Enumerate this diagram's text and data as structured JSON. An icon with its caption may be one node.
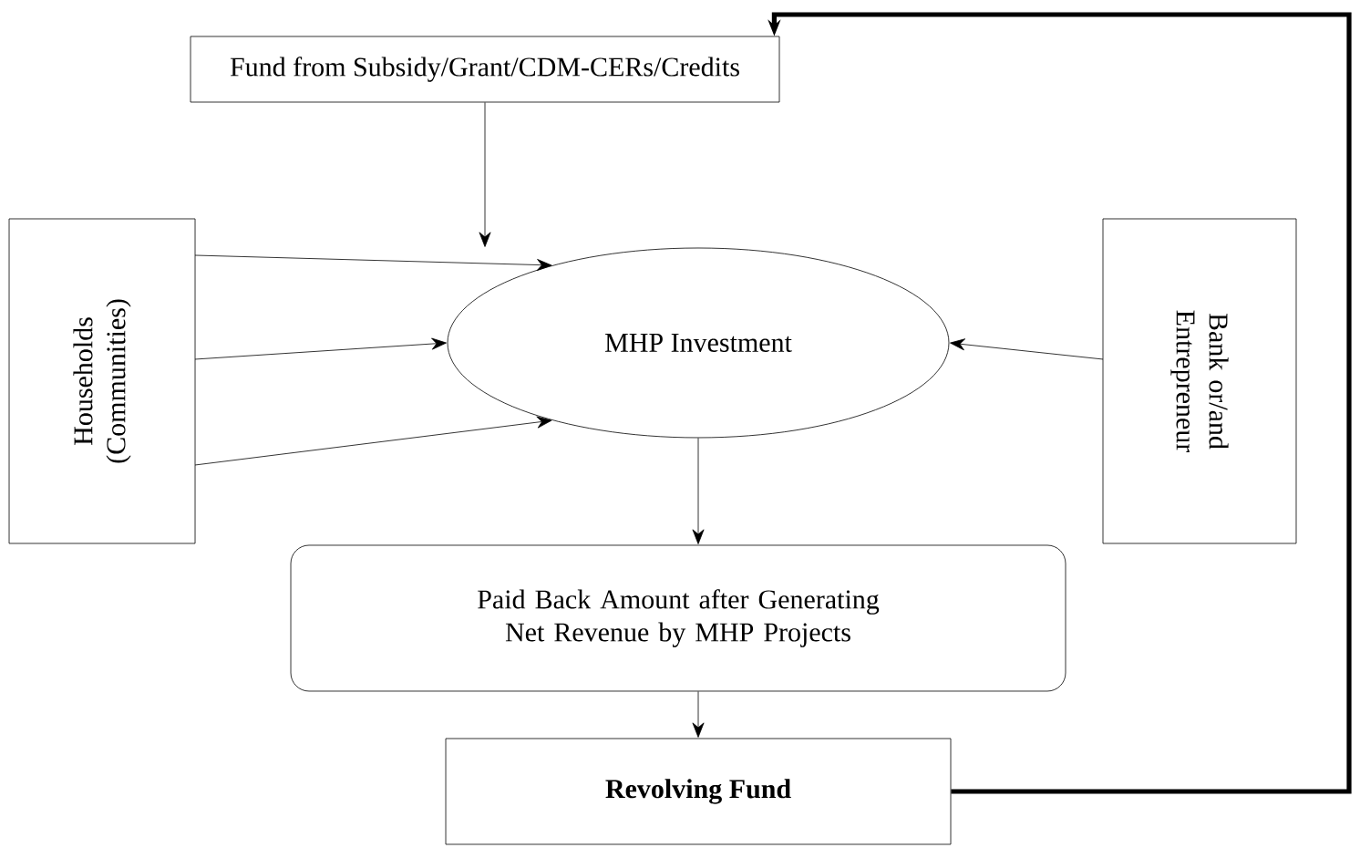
{
  "diagram": {
    "nodes": [
      {
        "text": [
          "Fund from Subsidy/Grant/CDM-CERs/Credits"
        ]
      },
      {
        "text": [
          "Households (Communities)"
        ]
      },
      {
        "text": [
          "MHP Investment"
        ]
      },
      {
        "text": [
          "Bank or/and Entrepreneur"
        ]
      },
      {
        "text": [
          "Paid Back Amount after Generating Net Revenue by MHP Projects"
        ]
      },
      {
        "text": [
          "Revolving Fund"
        ]
      }
    ],
    "edges": [
      {
        "from": 0,
        "to": 2,
        "arrow": "to"
      },
      {
        "from": 1,
        "to": 2,
        "arrow": "to"
      },
      {
        "from": 1,
        "to": 2,
        "arrow": "to"
      },
      {
        "from": 1,
        "to": 2,
        "arrow": "to"
      },
      {
        "from": 3,
        "to": 2,
        "arrow": "to"
      },
      {
        "from": 2,
        "to": 4,
        "arrow": "to"
      },
      {
        "from": 4,
        "to": 5,
        "arrow": "to"
      },
      {
        "from": 5,
        "to": 0,
        "arrow": "to",
        "style": "thick"
      }
    ]
  }
}
